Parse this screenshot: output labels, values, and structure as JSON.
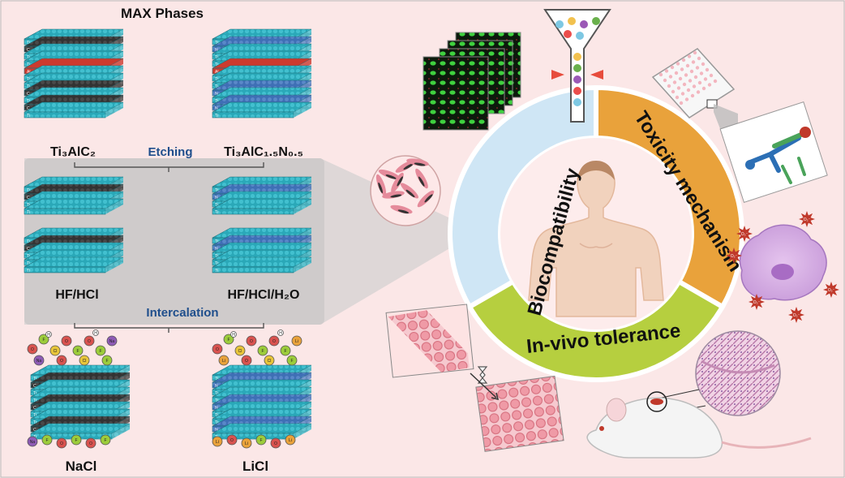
{
  "left_panel": {
    "heading": "MAX Phases",
    "phase_a": "Ti₃AlC₂",
    "phase_b": "Ti₃AlC₁.₅N₀.₅",
    "step_1": "Etching",
    "etch_a": "HF/HCl",
    "etch_b": "HF/HCl/H₂O",
    "step_2": "Intercalation",
    "salt_a": "NaCl",
    "salt_b": "LiCl"
  },
  "ring": {
    "segments": [
      {
        "label": "Biocompatibility",
        "color": "#cfe6f5"
      },
      {
        "label": "Toxicity mechanism",
        "color": "#e9a23b"
      },
      {
        "label": "In-vivo tolerance",
        "color": "#b6cf3f"
      }
    ]
  },
  "colors": {
    "background": "#fbe7e7",
    "layer_teal": "#2aa8b8",
    "layer_dark": "#3b3b3b",
    "layer_red": "#cc3a2e",
    "layer_blue": "#3f6fb5",
    "step_text": "#1f4e8c"
  },
  "layer_letters": {
    "ti": "Ti",
    "c": "C",
    "al": "Al",
    "n": "N"
  },
  "ion_letters": {
    "o": "O",
    "f": "F",
    "cl": "Cl",
    "na": "Na",
    "li": "Li",
    "h": "H"
  },
  "ros_label": "O₂⁻",
  "icons": [
    "layered-crystal-icon",
    "fluorescence-stack-icon",
    "funnel-cytometry-icon",
    "well-plate-icon",
    "antibody-icon",
    "cell-icon",
    "ros-burst-icon",
    "human-body-icon",
    "mouse-icon",
    "tissue-slide-icon",
    "hourglass-icon"
  ]
}
